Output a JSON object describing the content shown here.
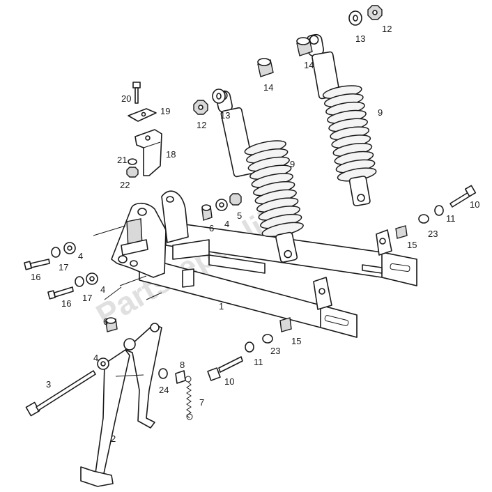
{
  "watermark": "Partsrepublik",
  "callouts": [
    {
      "id": "c1",
      "text": "1"
    },
    {
      "id": "c2",
      "text": "2"
    },
    {
      "id": "c3",
      "text": "3"
    },
    {
      "id": "c4a",
      "text": "4"
    },
    {
      "id": "c4b",
      "text": "4"
    },
    {
      "id": "c4c",
      "text": "4"
    },
    {
      "id": "c4d",
      "text": "4"
    },
    {
      "id": "c5",
      "text": "5"
    },
    {
      "id": "c6a",
      "text": "6"
    },
    {
      "id": "c6b",
      "text": "6"
    },
    {
      "id": "c7",
      "text": "7"
    },
    {
      "id": "c8",
      "text": "8"
    },
    {
      "id": "c9a",
      "text": "9"
    },
    {
      "id": "c9b",
      "text": "9"
    },
    {
      "id": "c10a",
      "text": "10"
    },
    {
      "id": "c10b",
      "text": "10"
    },
    {
      "id": "c11a",
      "text": "11"
    },
    {
      "id": "c11b",
      "text": "11"
    },
    {
      "id": "c12a",
      "text": "12"
    },
    {
      "id": "c12b",
      "text": "12"
    },
    {
      "id": "c13a",
      "text": "13"
    },
    {
      "id": "c13b",
      "text": "13"
    },
    {
      "id": "c14a",
      "text": "14"
    },
    {
      "id": "c14b",
      "text": "14"
    },
    {
      "id": "c15a",
      "text": "15"
    },
    {
      "id": "c15b",
      "text": "15"
    },
    {
      "id": "c16a",
      "text": "16"
    },
    {
      "id": "c16b",
      "text": "16"
    },
    {
      "id": "c17a",
      "text": "17"
    },
    {
      "id": "c17b",
      "text": "17"
    },
    {
      "id": "c18",
      "text": "18"
    },
    {
      "id": "c19",
      "text": "19"
    },
    {
      "id": "c20",
      "text": "20"
    },
    {
      "id": "c21",
      "text": "21"
    },
    {
      "id": "c22",
      "text": "22"
    },
    {
      "id": "c23a",
      "text": "23"
    },
    {
      "id": "c23b",
      "text": "23"
    },
    {
      "id": "c24",
      "text": "24"
    }
  ]
}
